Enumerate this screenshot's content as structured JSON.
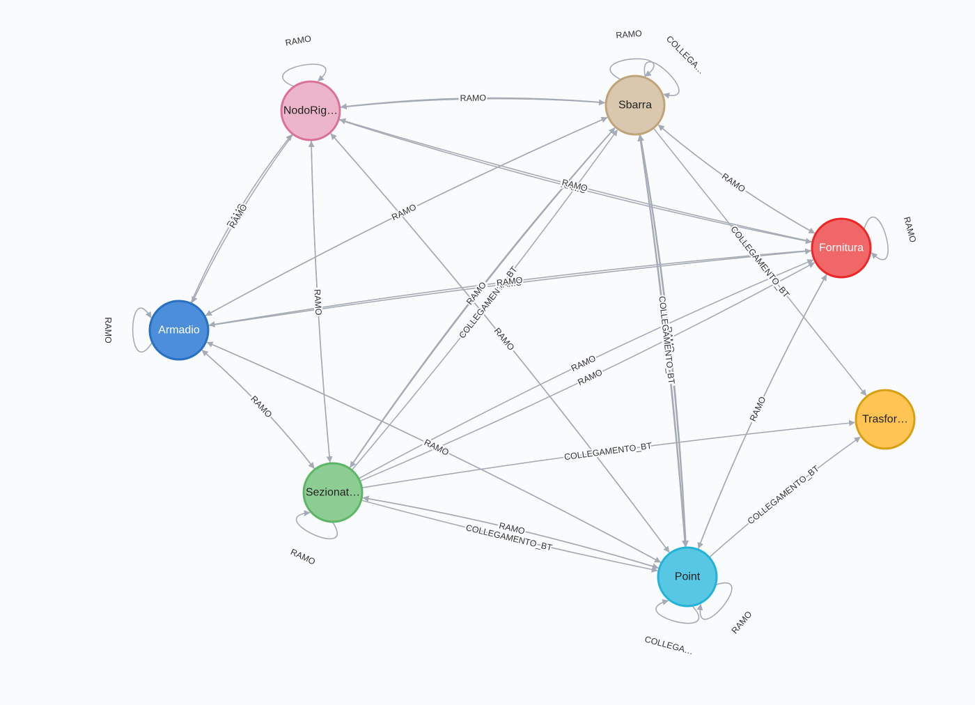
{
  "graph": {
    "nodes": [
      {
        "id": "nodorig",
        "label": "NodoRig…",
        "fill": "#ecb5c9",
        "stroke": "#da7298",
        "text_color": "#222222"
      },
      {
        "id": "sbarra",
        "label": "Sbarra",
        "fill": "#d9c8ae",
        "stroke": "#c0a378",
        "text_color": "#222222"
      },
      {
        "id": "fornitura",
        "label": "Fornitura",
        "fill": "#f16667",
        "stroke": "#eb2728",
        "text_color": "#ffffff"
      },
      {
        "id": "armadio",
        "label": "Armadio",
        "fill": "#4c8eda",
        "stroke": "#2870c2",
        "text_color": "#ffffff"
      },
      {
        "id": "trasfor",
        "label": "Trasfor…",
        "fill": "#ffc454",
        "stroke": "#d7a013",
        "text_color": "#222222"
      },
      {
        "id": "sezionat",
        "label": "Sezionat…",
        "fill": "#8dcc93",
        "stroke": "#5db665",
        "text_color": "#222222"
      },
      {
        "id": "point",
        "label": "Point",
        "fill": "#57c7e3",
        "stroke": "#23b3d7",
        "text_color": "#222222"
      }
    ],
    "edges": [
      {
        "from": "nodorig",
        "to": "sbarra",
        "label": "RAMO"
      },
      {
        "from": "sbarra",
        "to": "nodorig",
        "label": "RAMO"
      },
      {
        "from": "nodorig",
        "to": "fornitura",
        "label": "RAMO"
      },
      {
        "from": "fornitura",
        "to": "nodorig",
        "label": "RAMO"
      },
      {
        "from": "armadio",
        "to": "nodorig",
        "label": "RAMO"
      },
      {
        "from": "nodorig",
        "to": "armadio",
        "label": "RAMO"
      },
      {
        "from": "nodorig",
        "to": "sezionat",
        "label": "RAMO"
      },
      {
        "from": "sezionat",
        "to": "nodorig",
        "label": "RAMO"
      },
      {
        "from": "point",
        "to": "nodorig",
        "label": "RAMO"
      },
      {
        "from": "nodorig",
        "to": "point",
        "label": "RAMO"
      },
      {
        "from": "sbarra",
        "to": "armadio",
        "label": "RAMO"
      },
      {
        "from": "armadio",
        "to": "sbarra",
        "label": "RAMO"
      },
      {
        "from": "sbarra",
        "to": "sezionat",
        "label": "RAMO"
      },
      {
        "from": "sezionat",
        "to": "sbarra",
        "label": "RAMO"
      },
      {
        "from": "sezionat",
        "to": "sbarra",
        "label": "COLLEGAMENTO_BT"
      },
      {
        "from": "point",
        "to": "sbarra",
        "label": "RAMO"
      },
      {
        "from": "sbarra",
        "to": "point",
        "label": "RAMO"
      },
      {
        "from": "point",
        "to": "sbarra",
        "label": "COLLEGAMENTO_BT"
      },
      {
        "from": "sbarra",
        "to": "point",
        "label": "COLLEGAMENTO_BT"
      },
      {
        "from": "fornitura",
        "to": "sbarra",
        "label": "RAMO"
      },
      {
        "from": "sbarra",
        "to": "fornitura",
        "label": "RAMO"
      },
      {
        "from": "sbarra",
        "to": "trasfor",
        "label": "COLLEGAMENTO_BT"
      },
      {
        "from": "armadio",
        "to": "fornitura",
        "label": "RAMO"
      },
      {
        "from": "fornitura",
        "to": "armadio",
        "label": "RAMO"
      },
      {
        "from": "sezionat",
        "to": "fornitura",
        "label": "RAMO"
      },
      {
        "from": "sezionat",
        "to": "fornitura",
        "label": "RAMO"
      },
      {
        "from": "point",
        "to": "fornitura",
        "label": "RAMO"
      },
      {
        "from": "fornitura",
        "to": "point",
        "label": "RAMO"
      },
      {
        "from": "armadio",
        "to": "sezionat",
        "label": "RAMO"
      },
      {
        "from": "sezionat",
        "to": "armadio",
        "label": "RAMO"
      },
      {
        "from": "armadio",
        "to": "point",
        "label": "RAMO"
      },
      {
        "from": "point",
        "to": "armadio",
        "label": "RAMO"
      },
      {
        "from": "sezionat",
        "to": "point",
        "label": "RAMO"
      },
      {
        "from": "point",
        "to": "sezionat",
        "label": "RAMO"
      },
      {
        "from": "sezionat",
        "to": "point",
        "label": "COLLEGAMENTO_BT"
      },
      {
        "from": "sezionat",
        "to": "trasfor",
        "label": "COLLEGAMENTO_BT"
      },
      {
        "from": "point",
        "to": "trasfor",
        "label": "COLLEGAMENTO_BT"
      },
      {
        "from": "nodorig",
        "to": "nodorig",
        "label": "RAMO"
      },
      {
        "from": "sbarra",
        "to": "sbarra",
        "label": "RAMO"
      },
      {
        "from": "sbarra",
        "to": "sbarra",
        "label": "COLLEGA…"
      },
      {
        "from": "fornitura",
        "to": "fornitura",
        "label": "RAMO"
      },
      {
        "from": "armadio",
        "to": "armadio",
        "label": "RAMO"
      },
      {
        "from": "sezionat",
        "to": "sezionat",
        "label": "RAMO"
      },
      {
        "from": "point",
        "to": "point",
        "label": "RAMO"
      },
      {
        "from": "point",
        "to": "point",
        "label": "COLLEGA…"
      }
    ]
  },
  "colors": {
    "edge": "#a5abb6",
    "background": "#fafbfd"
  }
}
